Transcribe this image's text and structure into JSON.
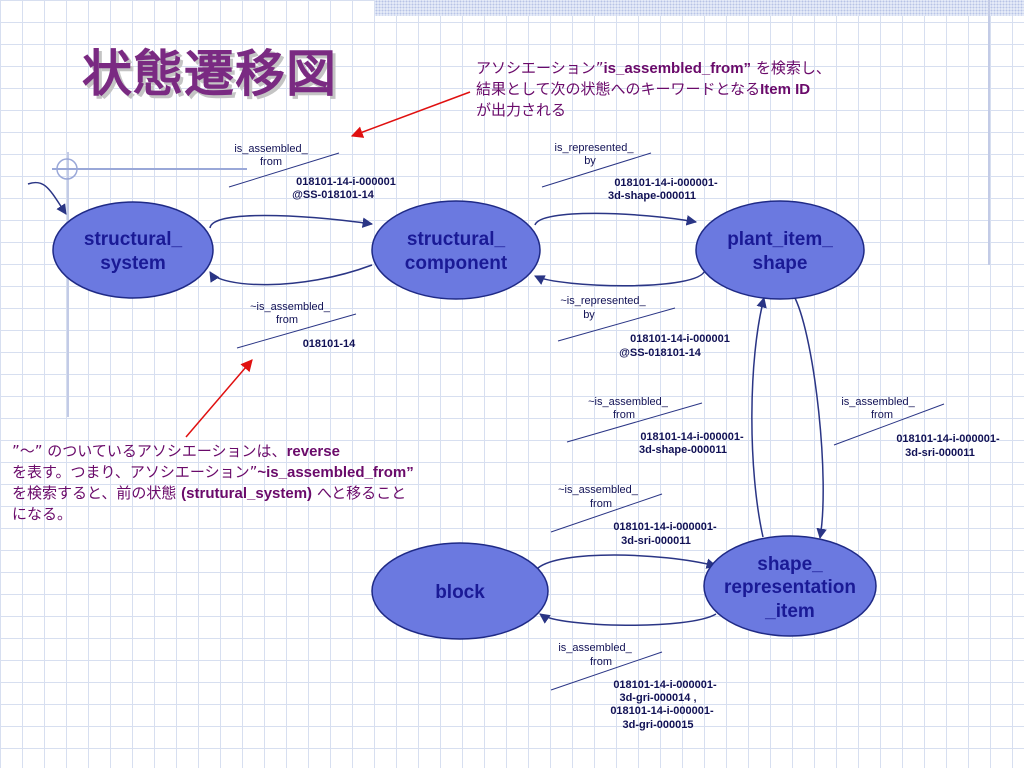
{
  "title": "状態遷移図",
  "annotations": {
    "top": {
      "line1_pre": "アソシエーション”",
      "line1_bold": "is_assembled_from”",
      "line1_post": " を検索し、",
      "line2_pre": "結果として次の状態へのキーワードとなる",
      "line2_bold": "Item ID",
      "line3": "が出力される"
    },
    "left": {
      "line1_pre": "”～” のついているアソシエーションは、",
      "line1_bold": "reverse",
      "line2_pre": "を表す。つまり、アソシエーション”",
      "line2_bold": "~is_assembled_from”",
      "line3_pre": "を検索すると、前の状態 ",
      "line3_bold": "(strutural_system)",
      "line3_post": " へと移ること",
      "line4": "になる。"
    }
  },
  "nodes": {
    "structural_system": [
      "structural_",
      "system"
    ],
    "structural_component": [
      "structural_",
      "component"
    ],
    "plant_item_shape": [
      "plant_item_",
      "shape"
    ],
    "block": [
      "block"
    ],
    "shape_representation_item": [
      "shape_",
      "representation",
      "_item"
    ]
  },
  "edges": {
    "e1": {
      "label": [
        "is_assembled_",
        "from"
      ],
      "value": [
        "018101-14-i-000001",
        "@SS-018101-14"
      ]
    },
    "e2": {
      "label": [
        "is_represented_",
        "by"
      ],
      "value": [
        "018101-14-i-000001-",
        "3d-shape-000011"
      ]
    },
    "e3": {
      "label": [
        "~is_assembled_",
        "from"
      ],
      "value": [
        "018101-14"
      ]
    },
    "e4": {
      "label": [
        "~is_represented_",
        "by"
      ],
      "value": [
        "018101-14-i-000001",
        "@SS-018101-14"
      ]
    },
    "e5": {
      "label": [
        "~is_assembled_",
        "from"
      ],
      "value": [
        "018101-14-i-000001-",
        "3d-shape-000011"
      ]
    },
    "e6": {
      "label": [
        "is_assembled_",
        "from"
      ],
      "value": [
        "018101-14-i-000001-",
        "3d-sri-000011"
      ]
    },
    "e7": {
      "label": [
        "~is_assembled_",
        "from"
      ],
      "value": [
        "018101-14-i-000001-",
        "3d-sri-000011"
      ]
    },
    "e8": {
      "label": [
        "is_assembled_",
        "from"
      ],
      "value": [
        "018101-14-i-000001-",
        "3d-gri-000014 ,",
        "018101-14-i-000001-",
        "3d-gri-000015"
      ]
    }
  },
  "colors": {
    "title": "#7a2a82",
    "node_fill": "#6b79e0",
    "node_stroke": "#1f2a86",
    "node_text": "#1a1a96",
    "arrow": "#2a3585",
    "callout_arrow": "#e01010",
    "note_text": "#6a0a6a"
  }
}
